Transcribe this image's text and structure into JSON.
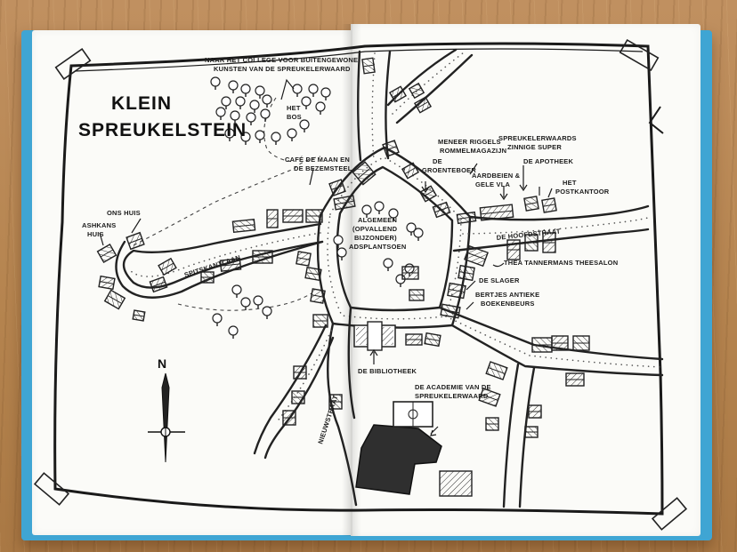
{
  "map": {
    "title_line1": "KLEIN",
    "title_line2": "SPREUKELSTEIN",
    "compass_letter": "N",
    "labels": {
      "college_line1": "NAAR HET COLLEGE VOOR BUITENGEWONE",
      "college_line2": "KUNSTEN VAN DE SPREUKELERWAARD",
      "bos_line1": "HET",
      "bos_line2": "BOS",
      "cafe_line1": "CAFÉ DE MAAN EN",
      "cafe_line2": "DE BEZEMSTEEL",
      "onshuis": "ONS HUIS",
      "ashkan_line1": "ASHKANS",
      "ashkan_line2": "HUIS",
      "spitskantlaan": "SPITSKANTLAAN",
      "plantsoen_line1": "ALGEMEEN",
      "plantsoen_line2": "(OPVALLEND",
      "plantsoen_line3": "BIJZONDER)",
      "plantsoen_line4": "ADSPLANTSOEN",
      "groenteboer_line1": "DE",
      "groenteboer_line2": "GROENTEBOER",
      "riggels_line1": "MENEER RIGGELS",
      "riggels_line2": "ROMMELMAGAZIJN",
      "aardbeien_line1": "AARDBEIEN &",
      "aardbeien_line2": "GELE VLA",
      "super_line1": "SPREUKELERWAARDS",
      "super_line2": "ZINNIGE SUPER",
      "apotheek": "DE APOTHEEK",
      "postkantoor_line1": "HET",
      "postkantoor_line2": "POSTKANTOOR",
      "hoofdstraat": "DE HOOFDSTRAAT",
      "theesalon": "THEA TANNERMANS THEESALON",
      "slager": "DE SLAGER",
      "boekenbeurs_line1": "BERTJES ANTIEKE",
      "boekenbeurs_line2": "BOEKENBEURS",
      "bibliotheek": "DE BIBLIOTHEEK",
      "academie_line1": "DE ACADEMIE VAN DE",
      "academie_line2": "SPREUKELERWAARD",
      "nieuwstraat": "NIEUWSTRAAT"
    }
  }
}
